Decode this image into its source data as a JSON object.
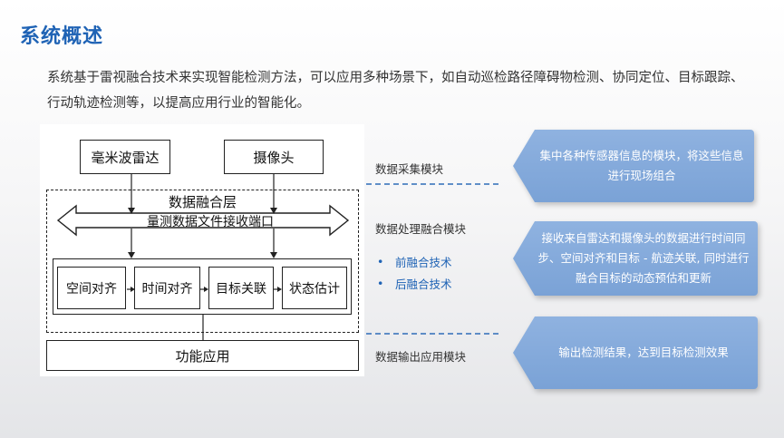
{
  "page": {
    "title": "系统概述",
    "intro": "系统基于雷视融合技术来实现智能检测方法，可以应用多种场景下，如自动巡检路径障碍物检测、协同定位、目标跟踪、行动轨迹检测等，以提高应用行业的智能化。"
  },
  "diagram": {
    "radar": "毫米波雷达",
    "camera": "摄像头",
    "fusion_layer": "数据融合层",
    "port": "量测数据文件接收端口",
    "blocks": [
      "空间对齐",
      "时间对齐",
      "目标关联",
      "状态估计"
    ],
    "output": "功能应用"
  },
  "modules": {
    "collect": "数据采集模块",
    "process": "数据处理融合模块",
    "output": "数据输出应用模块",
    "bullets": [
      "前融合技术",
      "后融合技术"
    ],
    "bullet_symbol": "•"
  },
  "callouts": {
    "collect": "集中各种传感器信息的模块，将这些信息进行现场组合",
    "process": "接收来自雷达和摄像头的数据进行时间同步、空间对齐和目标 - 航迹关联, 同时进行融合目标的动态预估和更新",
    "output": "输出检测结果，达到目标检测效果"
  },
  "colors": {
    "title": "#1f63b5",
    "callout": "#7ea5d8",
    "divider": "#2f6db8"
  }
}
